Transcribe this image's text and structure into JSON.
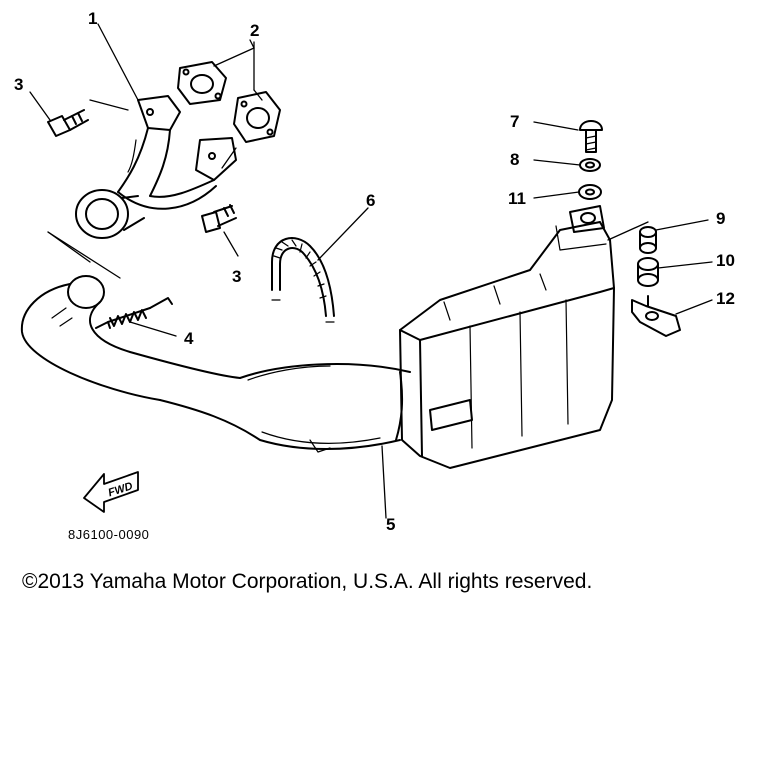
{
  "callouts": [
    {
      "id": "c1",
      "label": "1"
    },
    {
      "id": "c2",
      "label": "2"
    },
    {
      "id": "c3a",
      "label": "3"
    },
    {
      "id": "c3b",
      "label": "3"
    },
    {
      "id": "c4",
      "label": "4"
    },
    {
      "id": "c5",
      "label": "5"
    },
    {
      "id": "c6",
      "label": "6"
    },
    {
      "id": "c7",
      "label": "7"
    },
    {
      "id": "c8",
      "label": "8"
    },
    {
      "id": "c9",
      "label": "9"
    },
    {
      "id": "c10",
      "label": "10"
    },
    {
      "id": "c11",
      "label": "11"
    },
    {
      "id": "c12",
      "label": "12"
    }
  ],
  "direction_label": "FWD",
  "part_code": "8J6100-0090",
  "copyright": "©2013 Yamaha Motor Corporation, U.S.A. All rights reserved."
}
